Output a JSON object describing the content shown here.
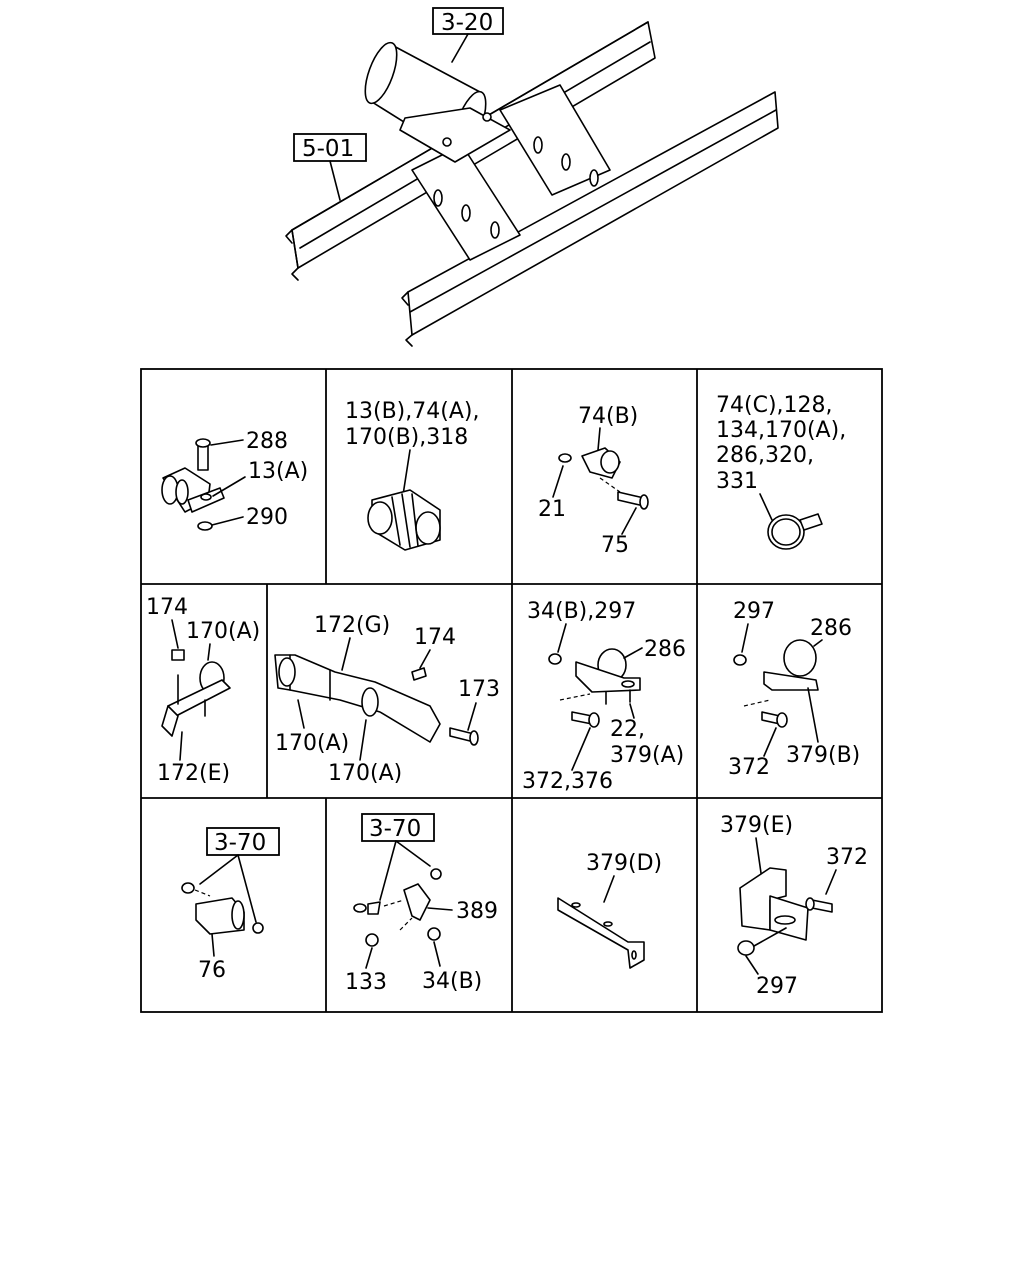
{
  "overview": {
    "ref_tank": "3-20",
    "ref_frame": "5-01"
  },
  "cells": {
    "c1": {
      "l288": "288",
      "l13a": "13(A)",
      "l290": "290"
    },
    "c2": {
      "line1": "13(B),74(A),",
      "line2": "170(B),318"
    },
    "c3": {
      "l74b": "74(B)",
      "l21": "21",
      "l75": "75"
    },
    "c4": {
      "line1": "74(C),128,",
      "line2": "134,170(A),",
      "line3": "286,320,",
      "line4": "331"
    },
    "c5": {
      "l174": "174",
      "l170a": "170(A)",
      "l172e": "172(E)"
    },
    "c6": {
      "l172g": "172(G)",
      "l174": "174",
      "l173": "173",
      "l170a_1": "170(A)",
      "l170a_2": "170(A)"
    },
    "c7": {
      "l34b": "34(B),297",
      "l286": "286",
      "l22": "22,",
      "l379a": "379(A)",
      "l372": "372,376"
    },
    "c8": {
      "l297": "297",
      "l286": "286",
      "l372": "372",
      "l379b": "379(B)"
    },
    "c9": {
      "ref": "3-70",
      "l76": "76"
    },
    "c10": {
      "ref": "3-70",
      "l389": "389",
      "l133": "133",
      "l34b": "34(B)"
    },
    "c11": {
      "l379d": "379(D)"
    },
    "c12": {
      "l379e": "379(E)",
      "l372": "372",
      "l297": "297"
    }
  }
}
